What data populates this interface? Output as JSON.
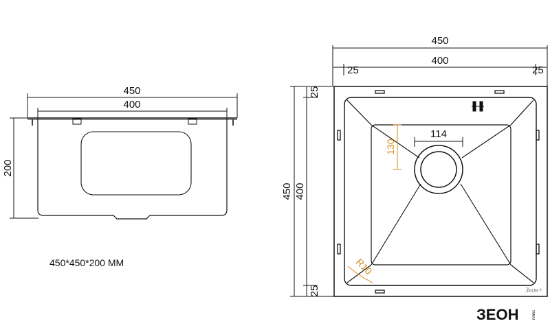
{
  "side_view": {
    "dim_total_width": "450",
    "dim_inner_width": "400",
    "dim_height": "200",
    "caption": "450*450*200 MM"
  },
  "top_view": {
    "dim_total_width": "450",
    "dim_inner_width": "400",
    "dim_side_left": "25",
    "dim_side_right": "25",
    "dim_total_height": "450",
    "dim_inner_height": "400",
    "dim_top_margin": "25",
    "dim_bottom_margin": "25",
    "dim_drain_diameter": "114",
    "dim_drain_offset": "130",
    "dim_corner_radius": "R10"
  },
  "watermark": "Зеон+",
  "logo": {
    "text": "ЗЕОН",
    "subtext": "плюс"
  },
  "colors": {
    "line": "#111111",
    "accent": "#d88a1c"
  }
}
